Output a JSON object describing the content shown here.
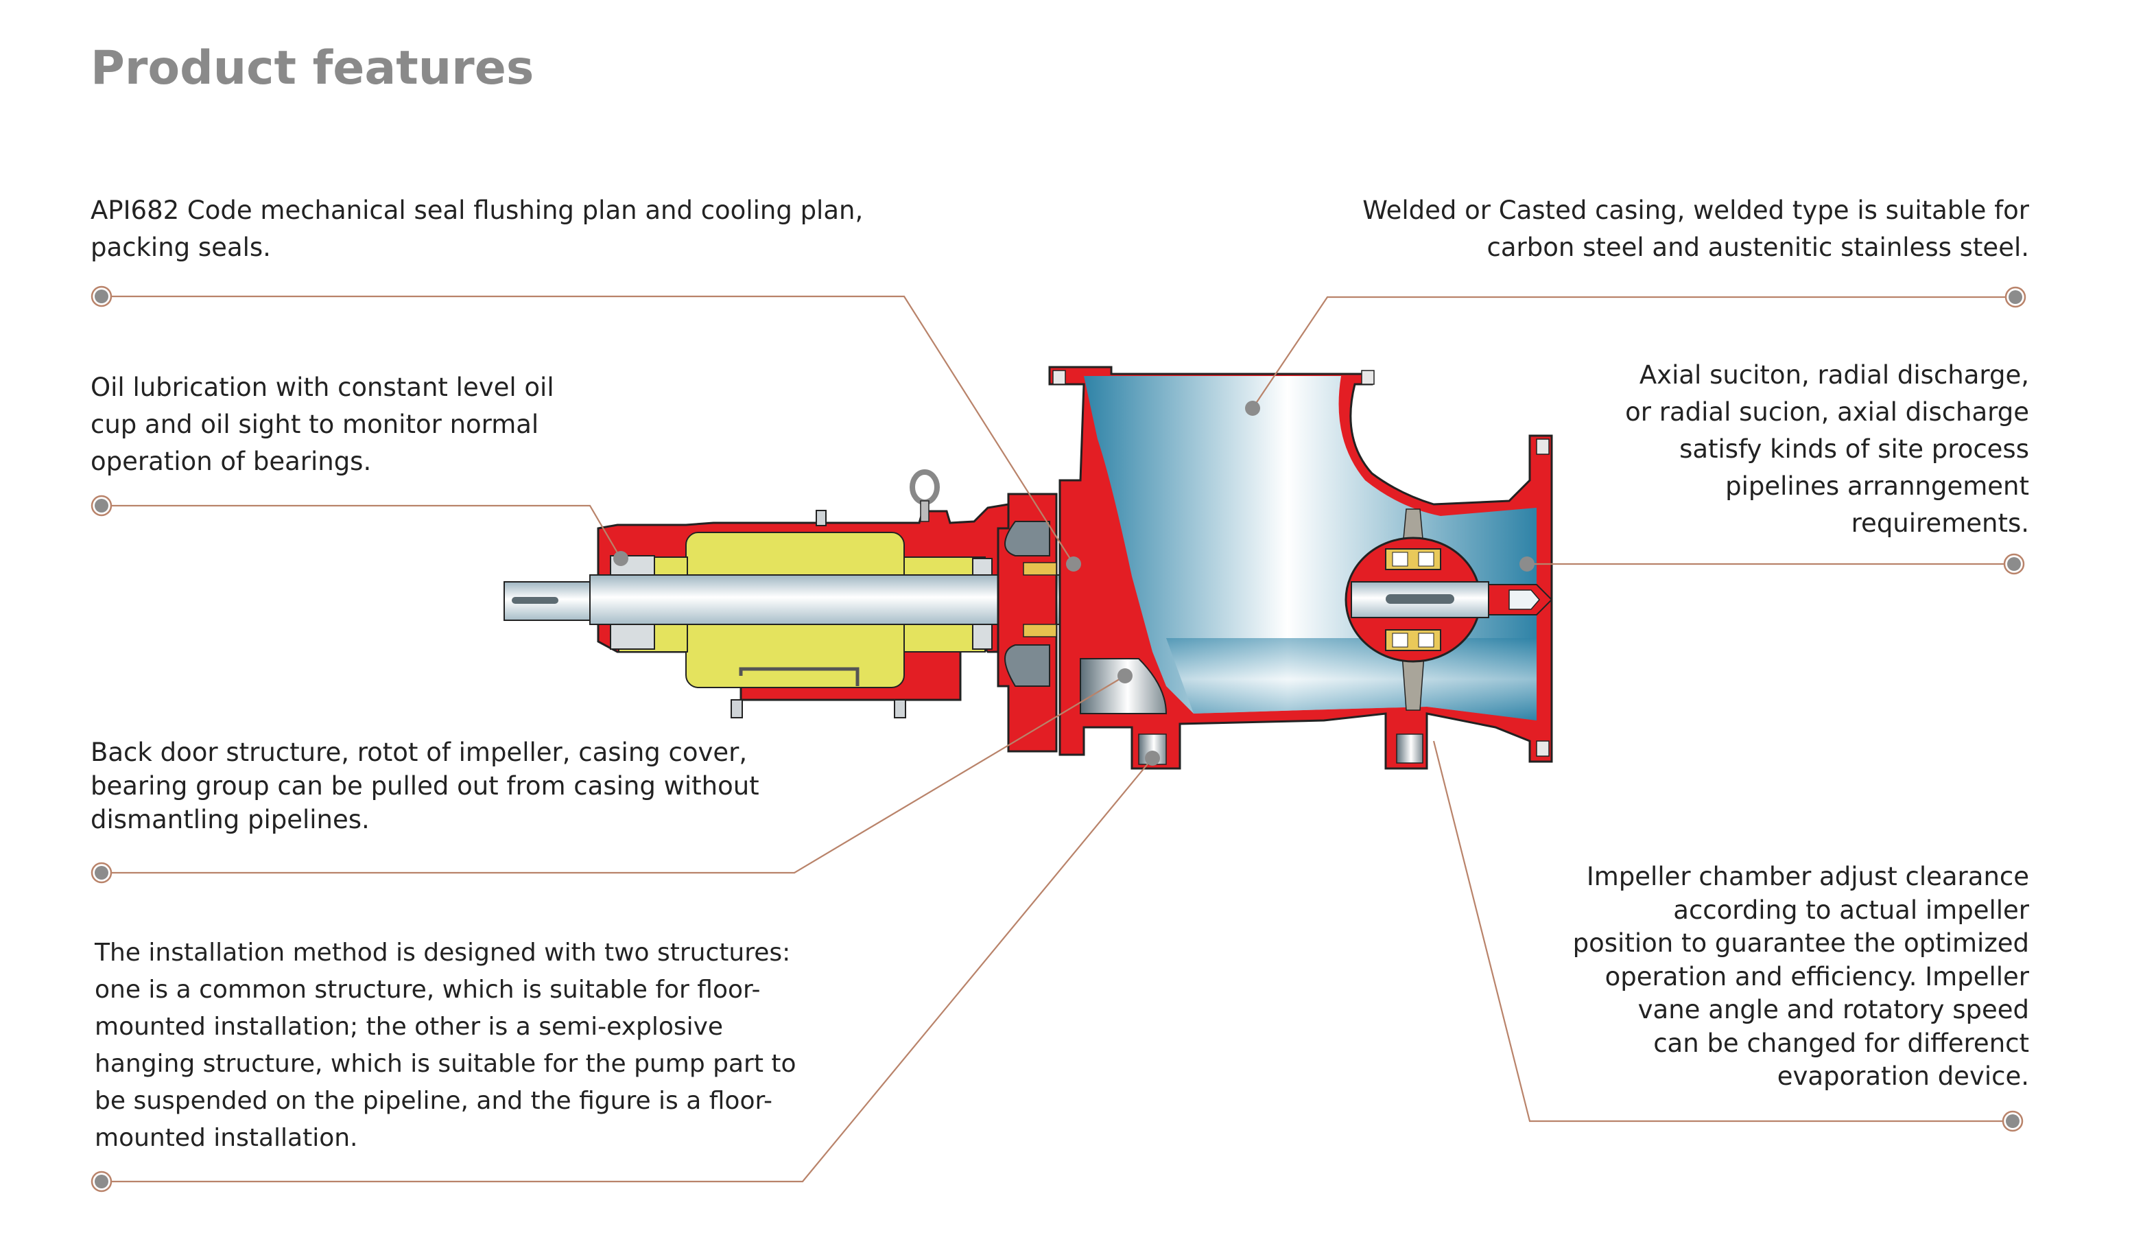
{
  "title": "Product features",
  "colors": {
    "casing_red": "#e31e24",
    "fluid_blue": "#2e84a8",
    "bearing_yellow": "#e4e35e",
    "connector_line": "#b9836a",
    "marker_gray": "#8c8c8c",
    "title_gray": "#8a8a8a"
  },
  "callouts": [
    {
      "id": "seal",
      "side": "left",
      "lines": [
        "API682 Code mechanical seal flushing plan and cooling plan,",
        "packing seals."
      ]
    },
    {
      "id": "casing",
      "side": "right",
      "lines": [
        "Welded or Casted casing, welded type is suitable for",
        "carbon steel and austenitic stainless steel."
      ]
    },
    {
      "id": "lubrication",
      "side": "left",
      "lines": [
        "Oil lubrication with constant level oil",
        "cup and oil sight to monitor normal",
        "operation of bearings."
      ]
    },
    {
      "id": "suction",
      "side": "right",
      "lines": [
        "Axial suciton, radial discharge,",
        "or radial sucion, axial discharge",
        "satisfy kinds of site process",
        "pipelines arranngement",
        "requirements."
      ]
    },
    {
      "id": "back-door",
      "side": "left",
      "lines": [
        "Back door structure, rotot of impeller, casing cover,",
        "bearing group can be pulled out from casing without",
        "dismantling pipelines."
      ]
    },
    {
      "id": "installation",
      "side": "left",
      "lines": [
        "The installation method is designed with two structures:",
        "one is a common structure, which is suitable for floor-",
        "mounted installation; the other is a semi-explosive",
        "hanging structure, which is suitable for the pump part to",
        "be suspended on the pipeline, and the figure is a floor-",
        "mounted installation."
      ]
    },
    {
      "id": "impeller",
      "side": "right",
      "lines": [
        "Impeller chamber adjust clearance",
        "according to actual impeller",
        "position to guarantee the optimized",
        "operation and efficiency. Impeller",
        "vane angle and rotatory speed",
        "can be changed for differenct",
        "evaporation device."
      ]
    }
  ]
}
